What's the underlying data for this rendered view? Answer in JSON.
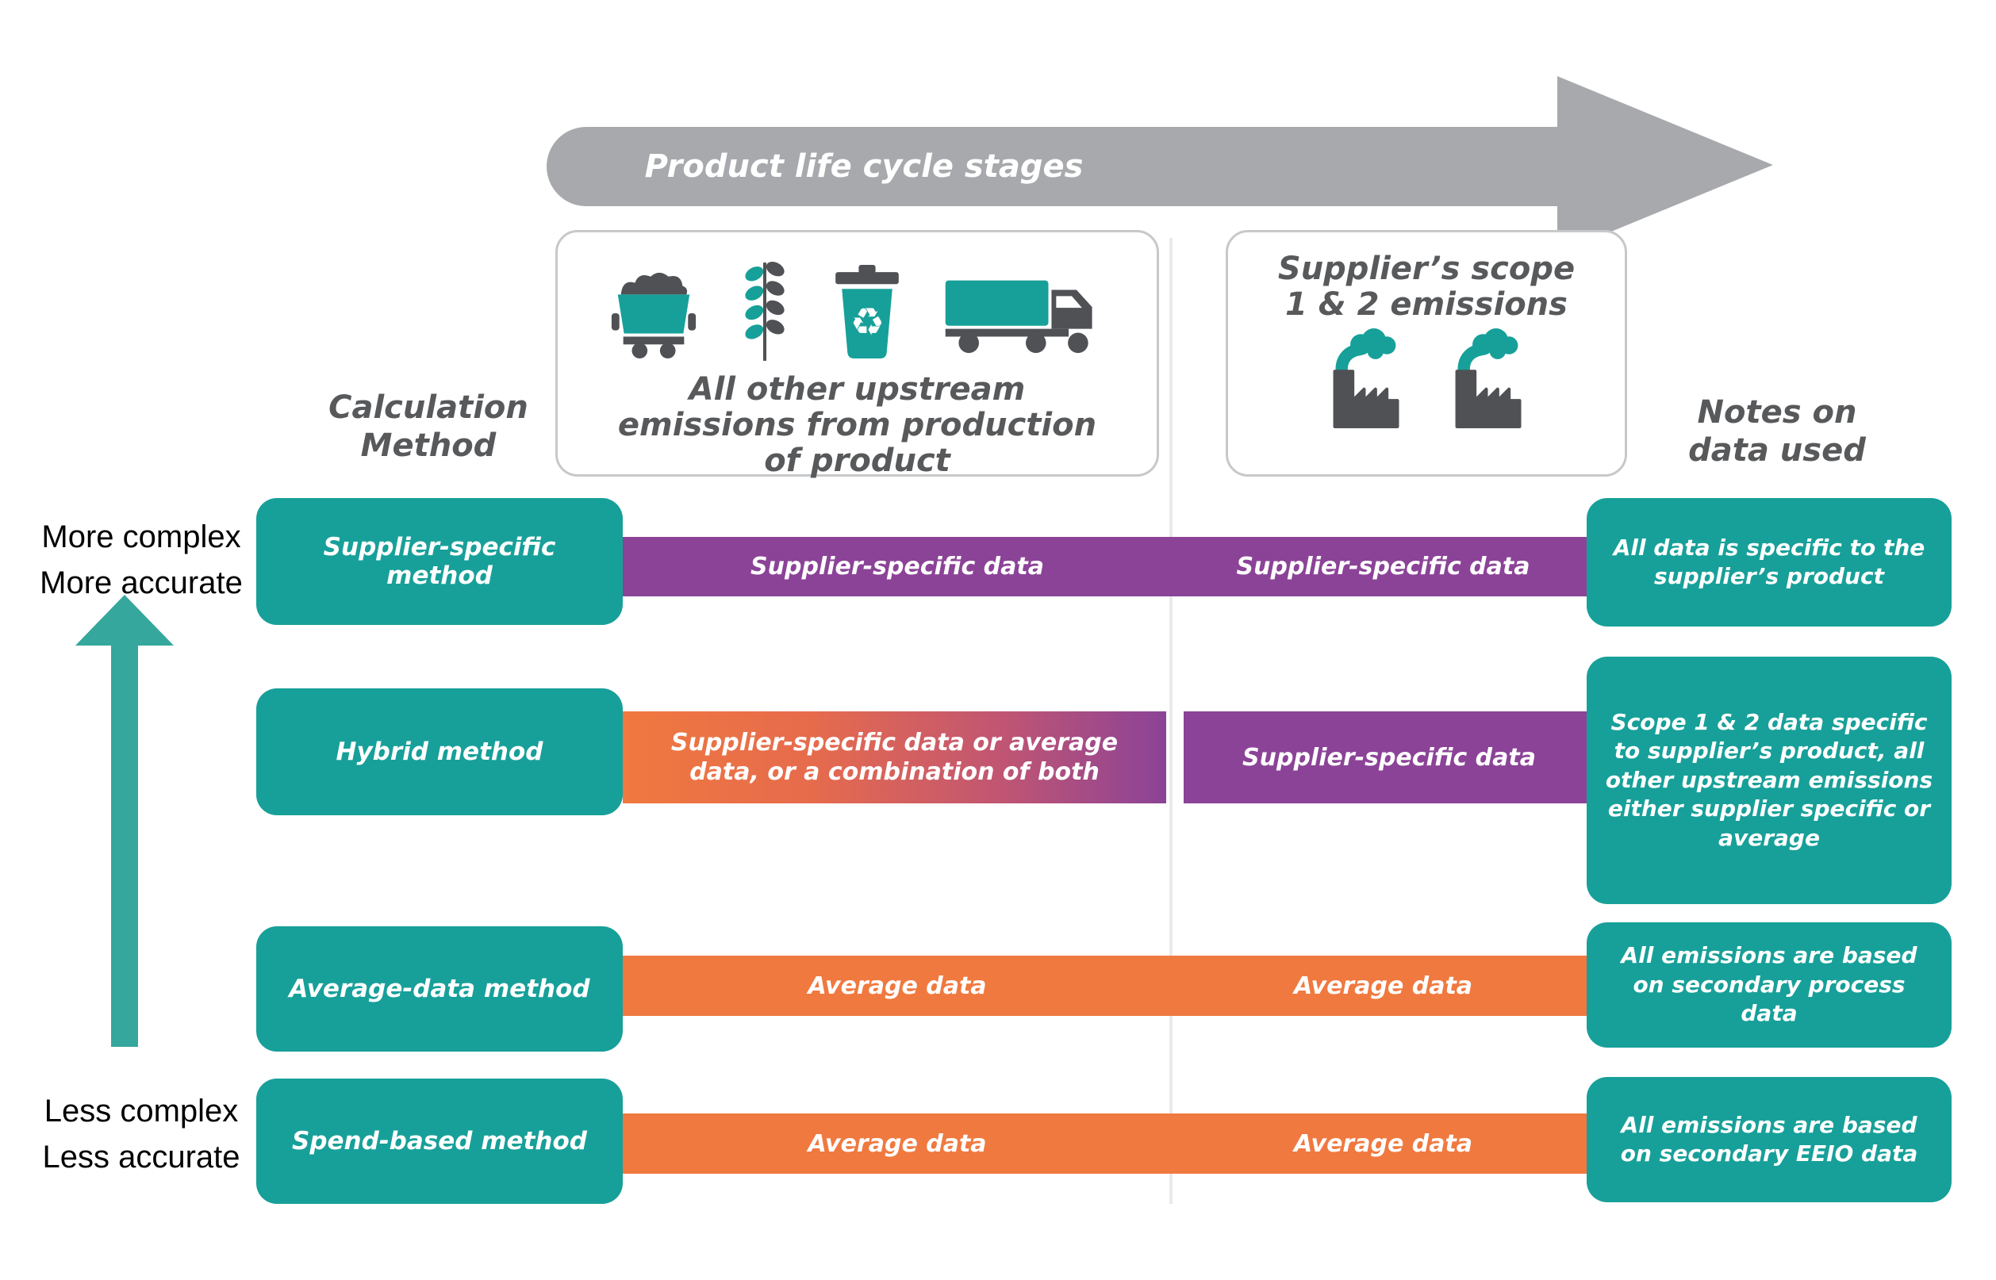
{
  "colors": {
    "teal": "#17A099",
    "teal_axis_arrow": "#35A79D",
    "purple": "#8B4397",
    "orange": "#F0793F",
    "gray_banner_arrow": "#A7A9AC",
    "dark_gray_text": "#58595B",
    "icon_dark_gray": "#4F5154"
  },
  "banner": {
    "label": "Product life cycle stages"
  },
  "headers": {
    "calculation_method": "Calculation\nMethod",
    "notes": "Notes on\ndata used"
  },
  "stages": {
    "upstream": {
      "caption": "All other upstream emissions from production of product",
      "icons": [
        "mine-cart-icon",
        "wheat-icon",
        "recycle-bin-icon",
        "truck-icon"
      ]
    },
    "supplier": {
      "caption": "Supplier’s scope\n1 & 2 emissions",
      "icons": [
        "factory-icon",
        "factory-icon"
      ]
    }
  },
  "axis": {
    "top_line1": "More complex",
    "top_line2": "More accurate",
    "bottom_line1": "Less complex",
    "bottom_line2": "Less accurate"
  },
  "rows": [
    {
      "method": "Supplier-specific method",
      "upstream_data": "Supplier-specific data",
      "scope12_data": "Supplier-specific data",
      "note": "All data is specific to the supplier’s product"
    },
    {
      "method": "Hybrid method",
      "upstream_data": "Supplier-specific data or average data, or a combination of both",
      "scope12_data": "Supplier-specific data",
      "note": "Scope 1 & 2 data specific to supplier’s product, all other upstream emissions either supplier specific or average"
    },
    {
      "method": "Average-data method",
      "upstream_data": "Average data",
      "scope12_data": "Average data",
      "note": "All emissions are based on secondary process data"
    },
    {
      "method": "Spend-based method",
      "upstream_data": "Average data",
      "scope12_data": "Average data",
      "note": "All emissions are based on secondary EEIO data"
    }
  ],
  "recycle_symbol": "♻"
}
